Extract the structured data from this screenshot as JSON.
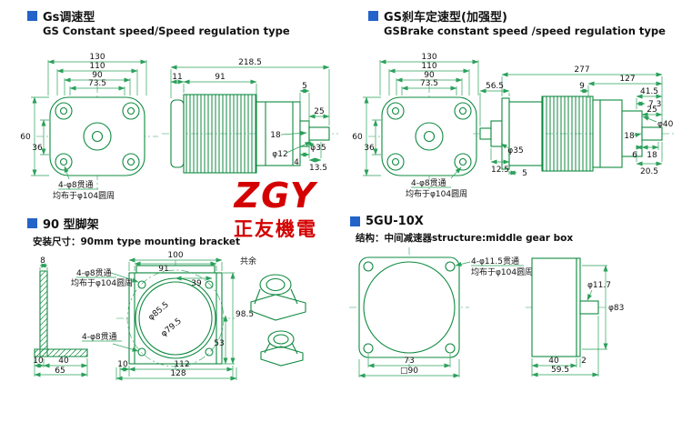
{
  "colors": {
    "accent_blue": "#2463c9",
    "outline_green": "#0f8a40",
    "dim_green": "#2aa05a",
    "logo_red": "#d40000",
    "text": "#111111"
  },
  "header_tl": {
    "cn": "Gs调速型",
    "en": "GS Constant speed/Speed regulation type"
  },
  "header_tr": {
    "cn": "GS刹车定速型(加强型)",
    "en": "GSBrake constant speed /speed regulation type"
  },
  "header_bl": {
    "cn": "90 型脚架",
    "sub": "安装尺寸：90mm type mounting bracket"
  },
  "header_br": {
    "cn": "5GU-10X",
    "sub": "结构：中间减速器structure:middle gear box"
  },
  "logo": {
    "text": "ZGY",
    "cn": "正友機電"
  },
  "gs": {
    "front": {
      "d130": "130",
      "d110": "110",
      "d90": "90",
      "d735": "73.5",
      "d60": "60",
      "d36": "36",
      "note1": "4-φ8贯通",
      "note2": "均布于φ104圆周"
    },
    "side": {
      "d2185": "218.5",
      "d11": "11",
      "d91": "91",
      "d5": "5",
      "d25": "25",
      "d18": "18",
      "dia35": "φ35",
      "dia12": "φ12",
      "d135": "13.5",
      "d4": "4"
    }
  },
  "gsb": {
    "front": {
      "d130": "130",
      "d110": "110",
      "d90": "90",
      "d735": "73.5",
      "d60": "60",
      "d36": "36",
      "note1": "4-φ8贯通",
      "note2": "均布于φ104圆周"
    },
    "side": {
      "d565": "56.5",
      "d277": "277",
      "d127": "127",
      "d9": "9",
      "d415": "41.5",
      "d73": "7.3",
      "d25": "25",
      "d18": "18",
      "dia40": "φ40",
      "d6": "6",
      "d18b": "18",
      "d205": "20.5",
      "dia35": "φ35",
      "d125": "12.5",
      "d5": "5"
    }
  },
  "br": {
    "side": {
      "d8": "8",
      "d10": "10",
      "d40": "40",
      "d65": "65"
    },
    "front": {
      "d100": "100",
      "d91": "91",
      "d39": "39",
      "dia855": "φ85.5",
      "dia795": "φ79.5",
      "d985": "98.5",
      "d53": "53",
      "d10": "10",
      "d112": "112",
      "d128": "128",
      "note1": "4-φ8贯通",
      "note2": "均布于φ104圆周",
      "note3": "4-φ8贯通",
      "other": "共余"
    }
  },
  "gu": {
    "front": {
      "note1": "4-φ11.5贯通",
      "note2": "均布于φ104圆周",
      "d73": "73",
      "d90": "□90"
    },
    "side": {
      "dia117": "φ11.7",
      "dia83": "φ83",
      "d40": "40",
      "d2": "2",
      "d595": "59.5"
    }
  }
}
